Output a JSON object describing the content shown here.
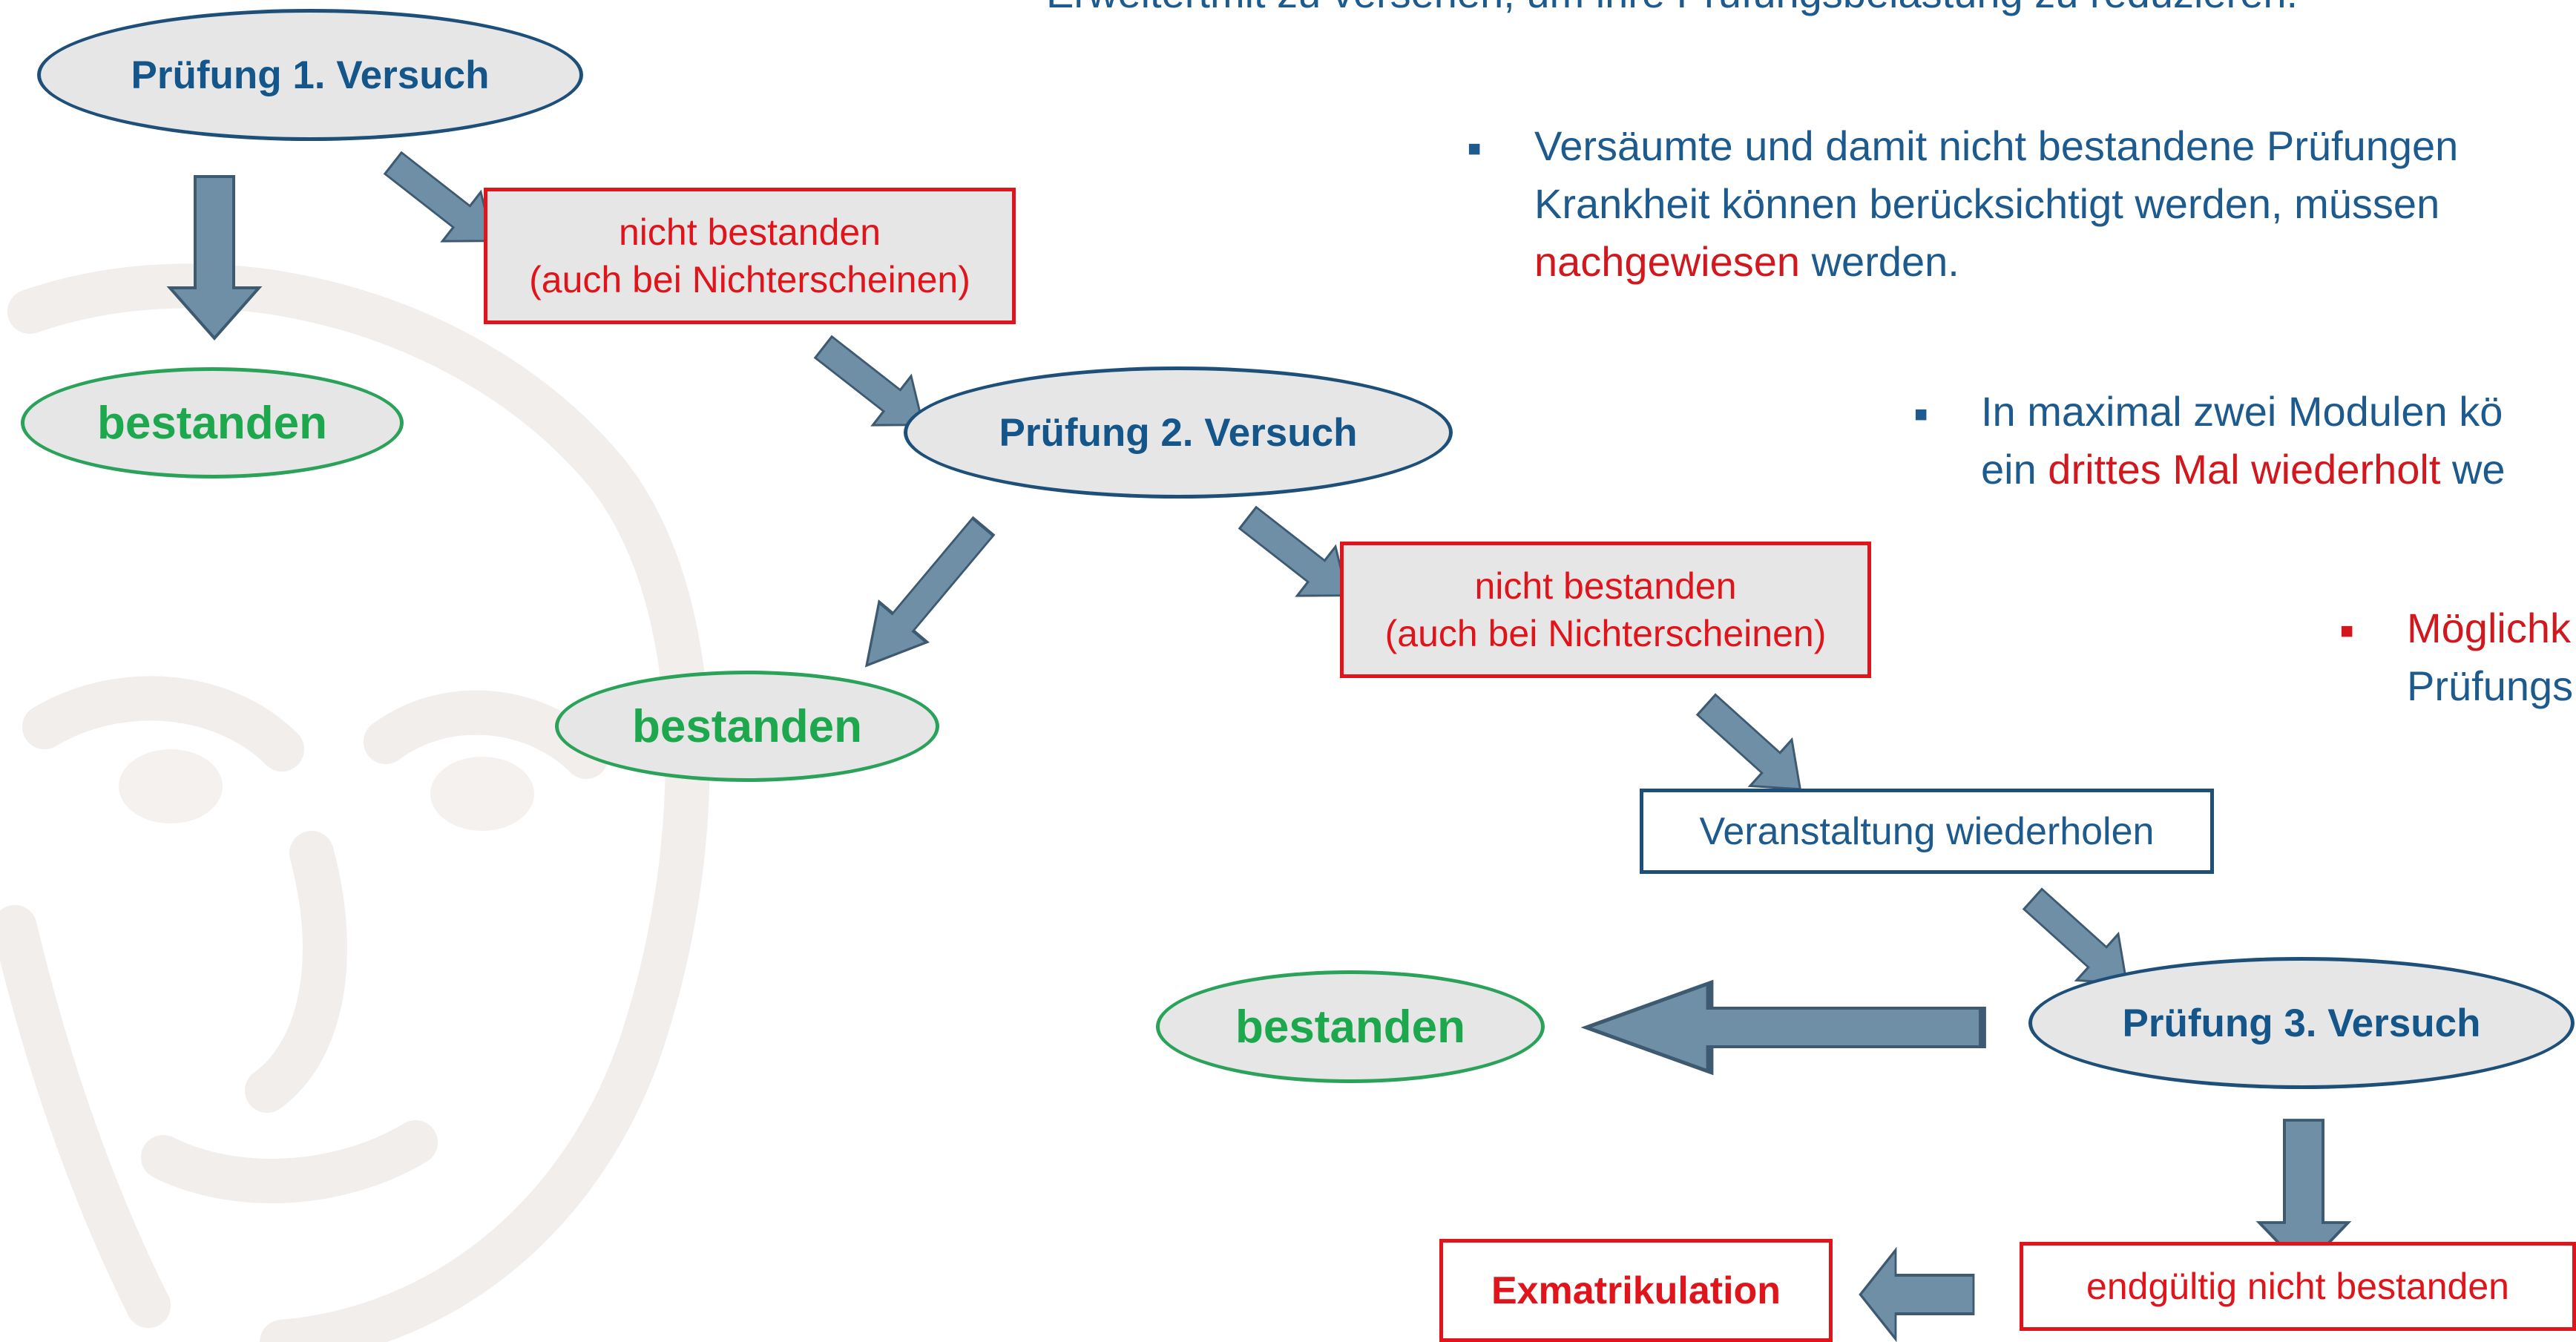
{
  "top_text": "Erweitertmit zu versehen, um ihre Prüfungsbelastung zu reduzieren.",
  "nodes": {
    "exam1": "Prüfung 1. Versuch",
    "exam2": "Prüfung 2. Versuch",
    "exam3": "Prüfung 3. Versuch",
    "passed": "bestanden",
    "failed_line1": "nicht bestanden",
    "failed_line2": "(auch bei Nichterscheinen)",
    "repeat": "Veranstaltung wiederholen",
    "final_fail": "endgültig nicht bestanden",
    "exmatriculation": "Exmatrikulation"
  },
  "bullets": {
    "b1_line1": "Versäumte und damit nicht bestandene Prüfungen",
    "b1_line2": "Krankheit können berücksichtigt werden, müssen",
    "b1_line3_red": "nachgewiesen",
    "b1_line3_rest": " werden.",
    "b2_line1": "In maximal zwei Modulen kö",
    "b2_line2_pre": "ein ",
    "b2_line2_red": "drittes Mal wiederholt",
    "b2_line2_post": " we",
    "b3_line1": "Möglichk",
    "b3_line2": "Prüfungs",
    "mark": "■"
  },
  "colors": {
    "exam_border": "#1d4f78",
    "pass_border": "#2aa25a",
    "fail_border": "#e0141b",
    "arrow_fill": "#6f8fa6",
    "arrow_stroke": "#3e5a70",
    "text_blue": "#1d5a8e",
    "text_red": "#d0181e"
  }
}
